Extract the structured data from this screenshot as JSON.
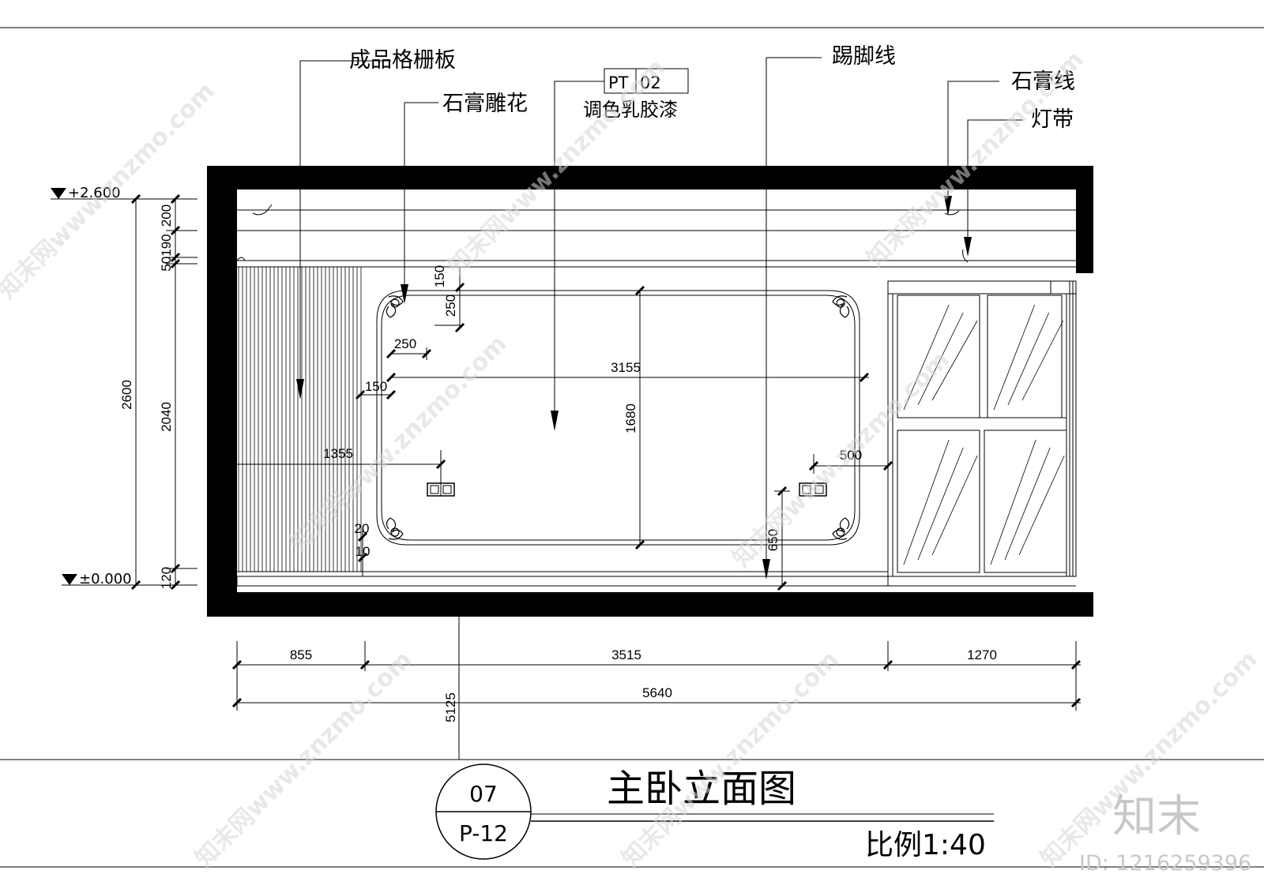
{
  "drawing": {
    "title": "主卧立面图",
    "scale": "比例1:40",
    "sheet_number": "07",
    "sheet_ref": "P-12"
  },
  "levels": {
    "top": "+2.600",
    "bottom": "±0.000"
  },
  "callouts": {
    "grille_panel": "成品格栅板",
    "plaster_carving": "石膏雕花",
    "paint_code_prefix": "PT",
    "paint_code_num": "02",
    "paint_name": "调色乳胶漆",
    "skirting": "踢脚线",
    "plaster_line": "石膏线",
    "light_strip": "灯带"
  },
  "dimensions": {
    "left_total": "2600",
    "left_200": "200",
    "left_50_190": "50190",
    "left_2040": "2040",
    "left_120": "120",
    "frame_150_top": "150",
    "frame_250_v": "250",
    "frame_250_h": "250",
    "frame_150_h": "150",
    "frame_width": "3155",
    "frame_height": "1680",
    "socket_left": "1355",
    "socket_right": "500",
    "socket_height": "650",
    "small_20": "20",
    "small_10": "10",
    "bottom_855": "855",
    "bottom_3515": "3515",
    "bottom_1270": "1270",
    "bottom_total": "5640",
    "vertical_5125": "5125"
  },
  "watermark": {
    "site": "知末网www.znzmo.com",
    "brand": "知末",
    "id": "ID: 1216259396"
  }
}
